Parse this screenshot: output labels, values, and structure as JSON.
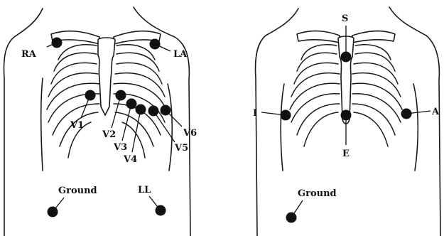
{
  "figure": {
    "left": {
      "labels": {
        "ra": "RA",
        "la": "LA",
        "v1": "V1",
        "v2": "V2",
        "v3": "V3",
        "v4": "V4",
        "v5": "V5",
        "v6": "V6",
        "ground": "Ground",
        "ll": "LL"
      }
    },
    "right": {
      "labels": {
        "s": "S",
        "i": "I",
        "a": "A",
        "e": "E",
        "ground": "Ground"
      }
    }
  }
}
